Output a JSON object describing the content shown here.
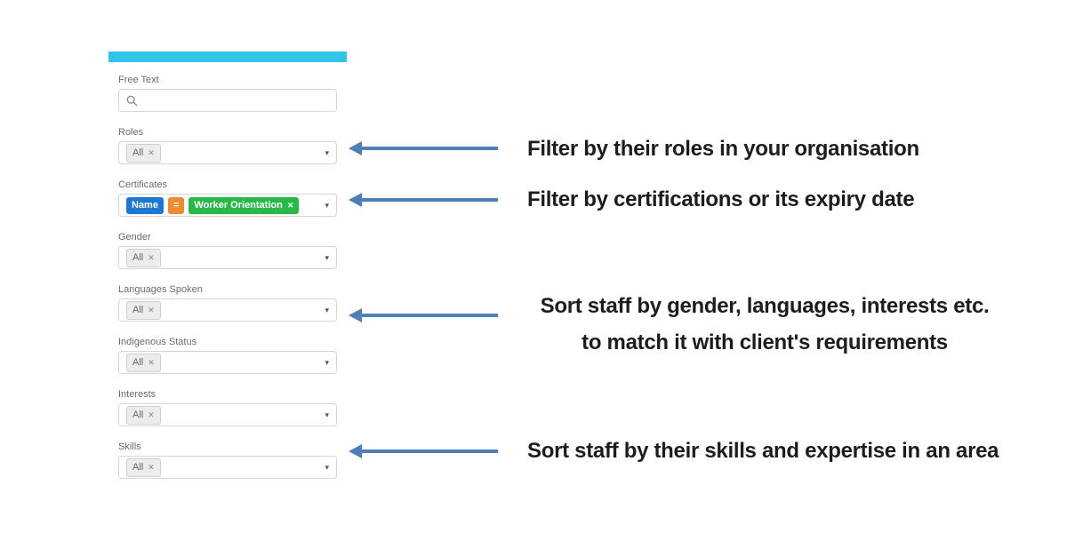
{
  "icons": {
    "close": "✕",
    "caret": "▾"
  },
  "annotation_color": "#4e7fb8",
  "panel": {
    "accent_color": "#2fc4e8",
    "fields": [
      {
        "label": "Free Text"
      },
      {
        "label": "Roles",
        "value_chip": "All"
      },
      {
        "label": "Certificates",
        "chips": {
          "field": "Name",
          "operator": "=",
          "value": "Worker Orientation"
        }
      },
      {
        "label": "Gender",
        "value_chip": "All"
      },
      {
        "label": "Languages Spoken",
        "value_chip": "All"
      },
      {
        "label": "Indigenous Status",
        "value_chip": "All"
      },
      {
        "label": "Interests",
        "value_chip": "All"
      },
      {
        "label": "Skills",
        "value_chip": "All"
      }
    ]
  },
  "annotations": [
    {
      "text": "Filter by their roles in your organisation"
    },
    {
      "text": "Filter by certifications or its expiry date"
    },
    {
      "line1": "Sort staff by gender, languages, interests etc.",
      "line2": "to match it with client's requirements"
    },
    {
      "text": "Sort staff by their skills and expertise in an area"
    }
  ]
}
